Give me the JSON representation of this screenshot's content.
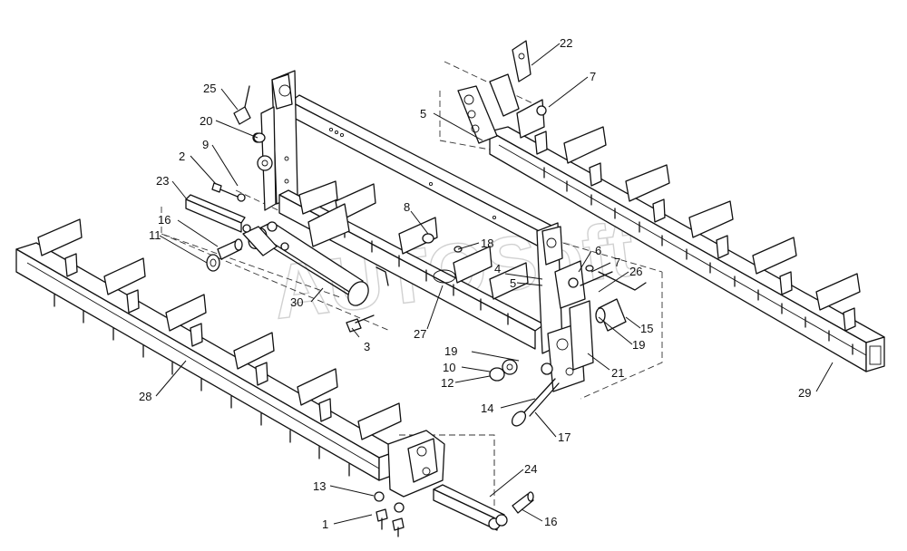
{
  "diagram": {
    "watermark": "AUTOSoft",
    "callouts": [
      "1",
      "2",
      "3",
      "4",
      "5",
      "5",
      "6",
      "7",
      "7",
      "8",
      "9",
      "10",
      "11",
      "12",
      "13",
      "14",
      "15",
      "16",
      "16",
      "17",
      "18",
      "19",
      "19",
      "20",
      "21",
      "22",
      "23",
      "24",
      "25",
      "26",
      "27",
      "28",
      "29",
      "30"
    ]
  }
}
